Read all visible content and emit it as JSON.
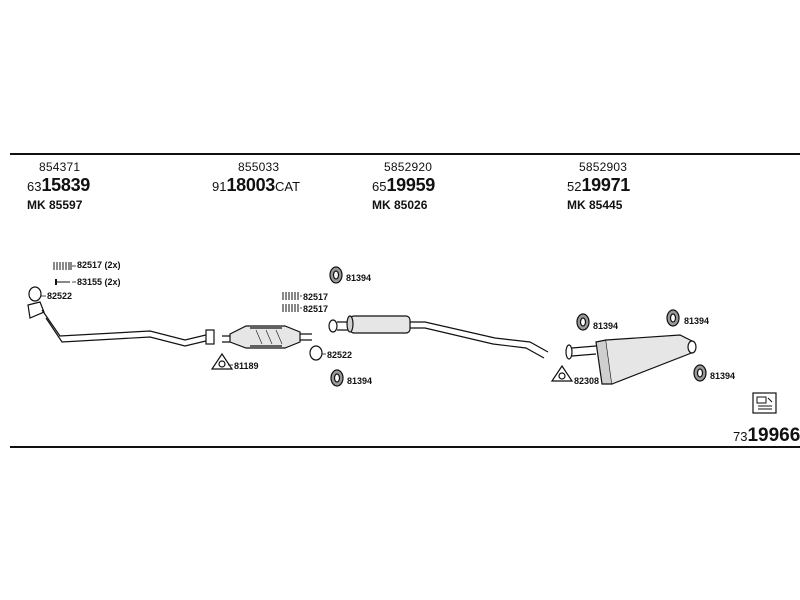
{
  "headers": [
    {
      "oe": "854371",
      "prefix": "63",
      "main": "15839",
      "suffix": "",
      "mk": "MK  85597"
    },
    {
      "oe": "855033",
      "prefix": "91",
      "main": "18003",
      "suffix": "CAT",
      "mk": ""
    },
    {
      "oe": "5852920",
      "prefix": "65",
      "main": "19959",
      "suffix": "",
      "mk": "MK  85026"
    },
    {
      "oe": "5852903",
      "prefix": "52",
      "main": "19971",
      "suffix": "",
      "mk": "MK  85445"
    }
  ],
  "labels": {
    "bolts_front": "82517 (2x)",
    "screws_front": "83155 (2x)",
    "gasket_front": "82522",
    "clamp_cat": "81189",
    "bolts_cat": "82517",
    "bolts_cat2": "82517",
    "gasket_mid": "82522",
    "hanger_top": "81394",
    "hanger_mid": "81394",
    "hanger_rear1": "81394",
    "hanger_rear2": "81394",
    "hanger_rear3": "81394",
    "clamp_rear": "82308"
  },
  "total": {
    "prefix": "73",
    "main": "19966"
  }
}
